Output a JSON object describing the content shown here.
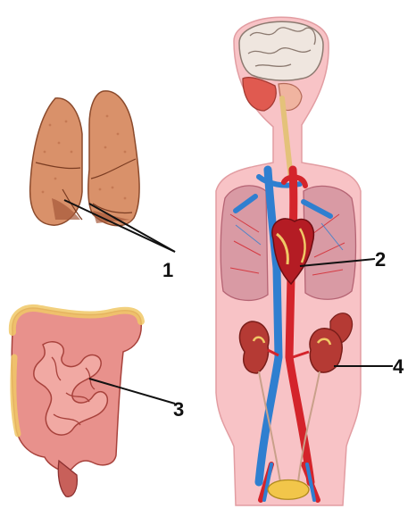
{
  "labels": {
    "lungs": "1",
    "heart": "2",
    "intestines": "3",
    "kidneys": "4"
  },
  "colors": {
    "skin": "#f8c3c6",
    "lung": "#d9916a",
    "lung_dark": "#a5583a",
    "artery": "#d4242b",
    "vein": "#2f7fd0",
    "brain": "#efe6df",
    "kidney": "#b53a34",
    "intestine": "#e8918c",
    "colon_fat": "#f0c866",
    "bladder": "#f2c64a"
  }
}
